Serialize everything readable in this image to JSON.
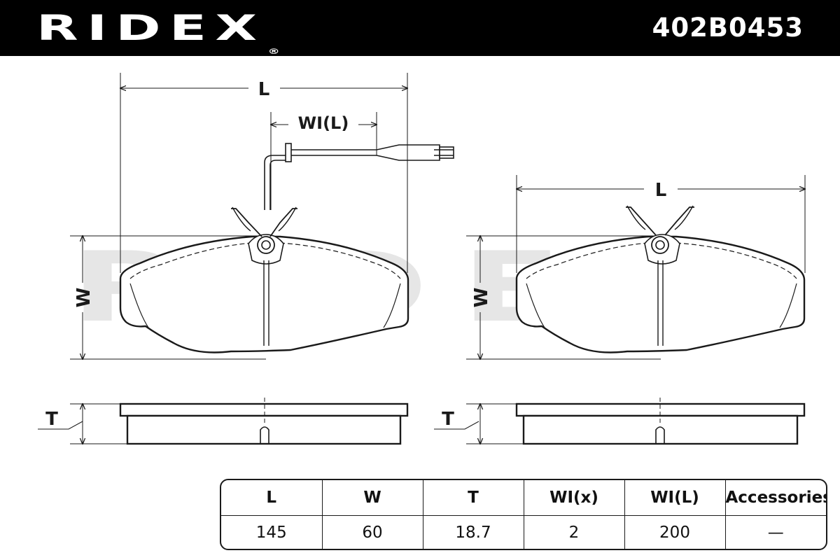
{
  "header": {
    "brand": "RIDEX",
    "brand_mark": "®",
    "part_number": "402B0453"
  },
  "drawing": {
    "watermark": "RIDEX",
    "watermark_mark": "®",
    "label_L": "L",
    "label_WIL": "WI(L)",
    "label_W": "W",
    "label_T": "T"
  },
  "spec_table": {
    "headers": [
      "L",
      "W",
      "T",
      "WI(x)",
      "WI(L)",
      "Accessories"
    ],
    "values": [
      "145",
      "60",
      "18.7",
      "2",
      "200",
      "—"
    ]
  },
  "colors": {
    "header_bg": "#000000",
    "header_text": "#ffffff",
    "line": "#1a1a1a",
    "watermark": "#e6e6e6"
  }
}
